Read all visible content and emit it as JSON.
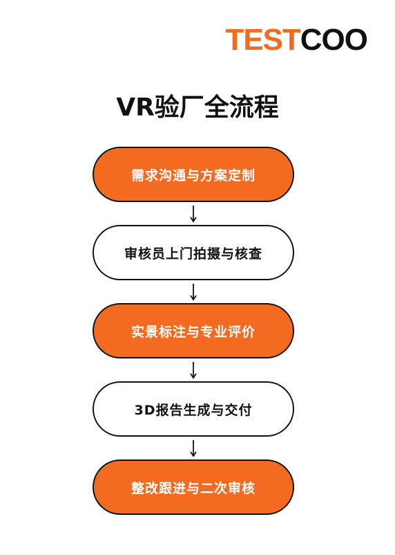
{
  "brand": {
    "logo_part_a": "TEST",
    "logo_part_b": "COO",
    "accent_color": "#f26b21",
    "dark_color": "#111111"
  },
  "title": "VR验厂全流程",
  "steps": [
    {
      "label": "需求沟通与方案定制",
      "style": "filled"
    },
    {
      "label": "审核员上门拍摄与核查",
      "style": "outline"
    },
    {
      "label": "实景标注与专业评价",
      "style": "filled"
    },
    {
      "label": "3D报告生成与交付",
      "style": "outline"
    },
    {
      "label": "整改跟进与二次审核",
      "style": "filled"
    }
  ]
}
